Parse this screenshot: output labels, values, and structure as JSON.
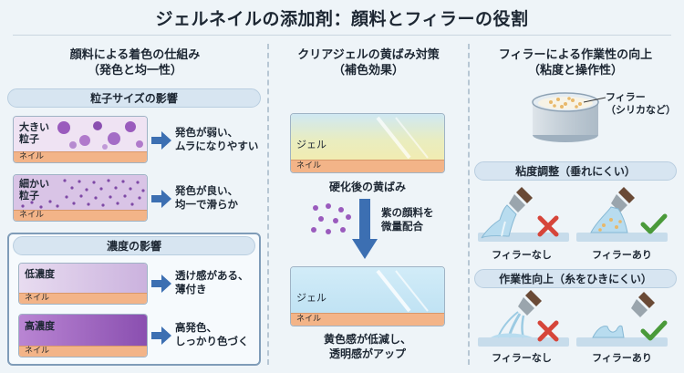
{
  "title": "ジェルネイルの添加剤：顔料とフィラーの役割",
  "pigment": {
    "heading1": "顔料による着色の仕組み",
    "heading2": "（発色と均一性）",
    "particle_pill": "粒子サイズの影響",
    "large_label": "大きい\n粒子",
    "large_desc1": "発色が弱い、",
    "large_desc2": "ムラになりやすい",
    "small_label": "細かい\n粒子",
    "small_desc1": "発色が良い、",
    "small_desc2": "均一で滑らか",
    "nail": "ネイル",
    "conc_pill": "濃度の影響",
    "low_label": "低濃度",
    "low_desc1": "透け感がある、",
    "low_desc2": "薄付き",
    "high_label": "高濃度",
    "high_desc1": "高発色、",
    "high_desc2": "しっかり色づく"
  },
  "clear": {
    "heading1": "クリアジェルの黄ばみ対策",
    "heading2": "（補色効果）",
    "gel": "ジェル",
    "nail": "ネイル",
    "yellow_caption": "硬化後の黄ばみ",
    "purple_note1": "紫の顔料を",
    "purple_note2": "微量配合",
    "result1": "黄色感が低減し、",
    "result2": "透明感がアップ"
  },
  "filler": {
    "heading1": "フィラーによる作業性の向上",
    "heading2": "（粘度と操作性）",
    "jar_label1": "フィラー",
    "jar_label2": "（シリカなど）",
    "viscosity_pill": "粘度調整（垂れにくい）",
    "workability_pill": "作業性向上（糸をひきにくい）",
    "without": "フィラーなし",
    "with": "フィラーあり"
  },
  "colors": {
    "purple": "#8a4fb0",
    "light_purple": "#b78fd2",
    "gel_blue": "#c7e6f5",
    "yellow_gel": "#f2ecb0",
    "nail_peach": "#f3b488",
    "check_green": "#4a9a3a",
    "cross_red": "#d6453a",
    "arrow_blue": "#3c6fb2"
  }
}
